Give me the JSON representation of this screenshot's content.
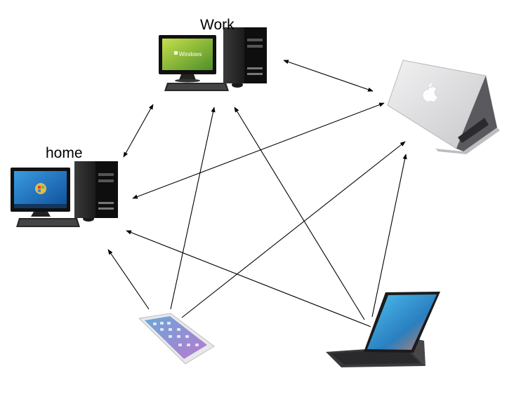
{
  "nodes": {
    "work": {
      "label": "Work",
      "icon": "desktop-computer-windows-icon",
      "screen_text": "Windows"
    },
    "home": {
      "label": "home",
      "icon": "desktop-computer-windows7-icon"
    },
    "laptop": {
      "icon": "apple-laptop-icon"
    },
    "phone": {
      "icon": "smartphone-icon"
    },
    "tablet": {
      "icon": "tablet-with-keyboard-icon"
    }
  },
  "edges": [
    {
      "from": "work",
      "to": "laptop",
      "direction": "both"
    },
    {
      "from": "work",
      "to": "home",
      "direction": "both"
    },
    {
      "from": "laptop",
      "to": "home",
      "direction": "both"
    },
    {
      "from": "phone",
      "to": "home",
      "direction": "to"
    },
    {
      "from": "phone",
      "to": "work",
      "direction": "to"
    },
    {
      "from": "phone",
      "to": "laptop",
      "direction": "to"
    },
    {
      "from": "tablet",
      "to": "home",
      "direction": "to"
    },
    {
      "from": "tablet",
      "to": "work",
      "direction": "to"
    },
    {
      "from": "tablet",
      "to": "laptop",
      "direction": "to"
    }
  ],
  "colors": {
    "arrow": "#000000",
    "win10_screen": "#7cb342",
    "win7_screen": "#1e6fc4",
    "laptop_body": "#d9d9db",
    "tablet_screen": "#3aa0d8"
  }
}
